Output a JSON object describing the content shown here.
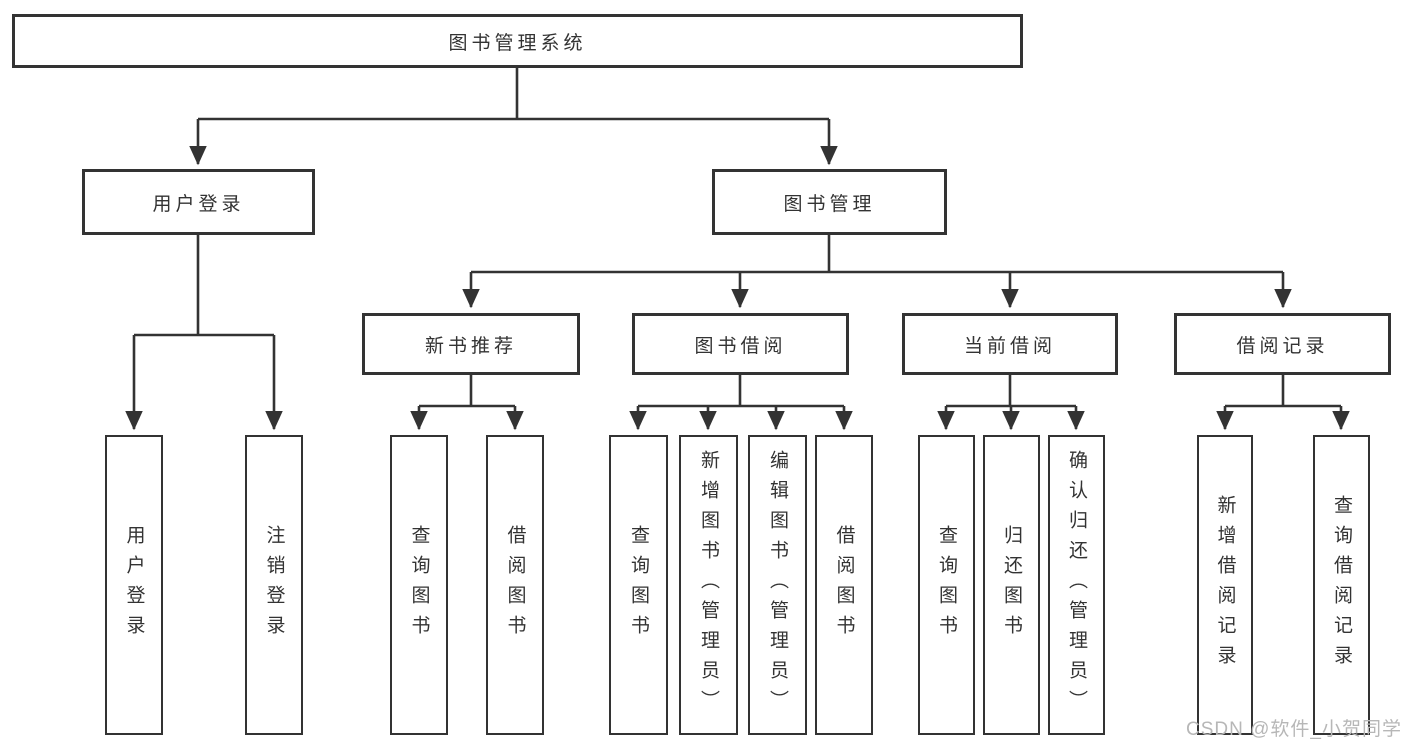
{
  "tree": {
    "root": {
      "label": "图书管理系统"
    },
    "branches": [
      {
        "label": "用户登录",
        "children": [
          {
            "label": "用户登录"
          },
          {
            "label": "注销登录"
          }
        ]
      },
      {
        "label": "图书管理",
        "groups": [
          {
            "label": "新书推荐",
            "children": [
              {
                "label": "查询图书"
              },
              {
                "label": "借阅图书"
              }
            ]
          },
          {
            "label": "图书借阅",
            "children": [
              {
                "label": "查询图书"
              },
              {
                "label": "新增图书（管理员）"
              },
              {
                "label": "编辑图书（管理员）"
              },
              {
                "label": "借阅图书"
              }
            ]
          },
          {
            "label": "当前借阅",
            "children": [
              {
                "label": "查询图书"
              },
              {
                "label": "归还图书"
              },
              {
                "label": "确认归还（管理员）"
              }
            ]
          },
          {
            "label": "借阅记录",
            "children": [
              {
                "label": "新增借阅记录"
              },
              {
                "label": "查询借阅记录"
              }
            ]
          }
        ]
      }
    ]
  },
  "watermark": "CSDN @软件_小贺同学",
  "colors": {
    "line": "#333333",
    "text": "#333333",
    "background": "#ffffff",
    "watermark": "#b7b7b7"
  }
}
